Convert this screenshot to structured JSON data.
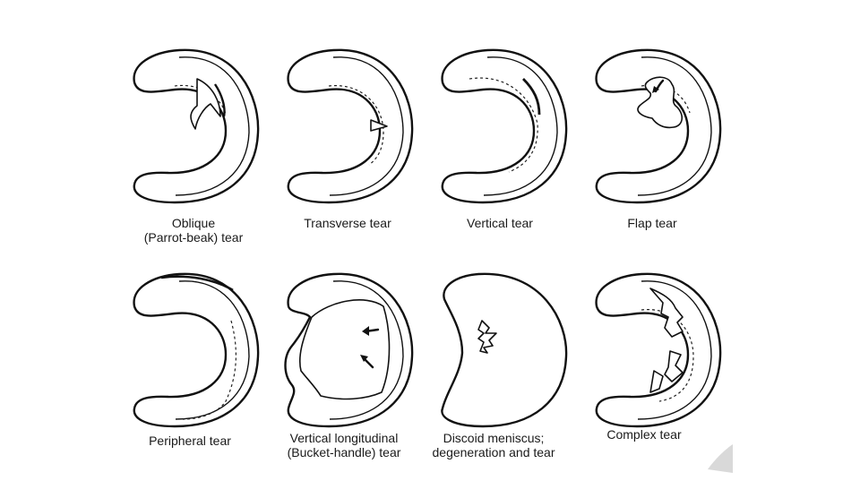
{
  "panels": [
    {
      "id": "oblique",
      "caption": [
        "Oblique",
        "(Parrot-beak) tear"
      ]
    },
    {
      "id": "transverse",
      "caption": [
        "Transverse tear"
      ]
    },
    {
      "id": "vertical",
      "caption": [
        "Vertical tear"
      ]
    },
    {
      "id": "flap",
      "caption": [
        "Flap tear"
      ]
    },
    {
      "id": "peripheral",
      "caption": [
        "Peripheral tear"
      ]
    },
    {
      "id": "bucket-handle",
      "caption": [
        "Vertical longitudinal",
        "(Bucket-handle) tear"
      ]
    },
    {
      "id": "discoid",
      "caption": [
        "Discoid meniscus;",
        "degeneration and tear"
      ]
    },
    {
      "id": "complex",
      "caption": [
        "Complex tear"
      ]
    }
  ],
  "colors": {
    "line": "#111111",
    "background": "#ffffff"
  }
}
